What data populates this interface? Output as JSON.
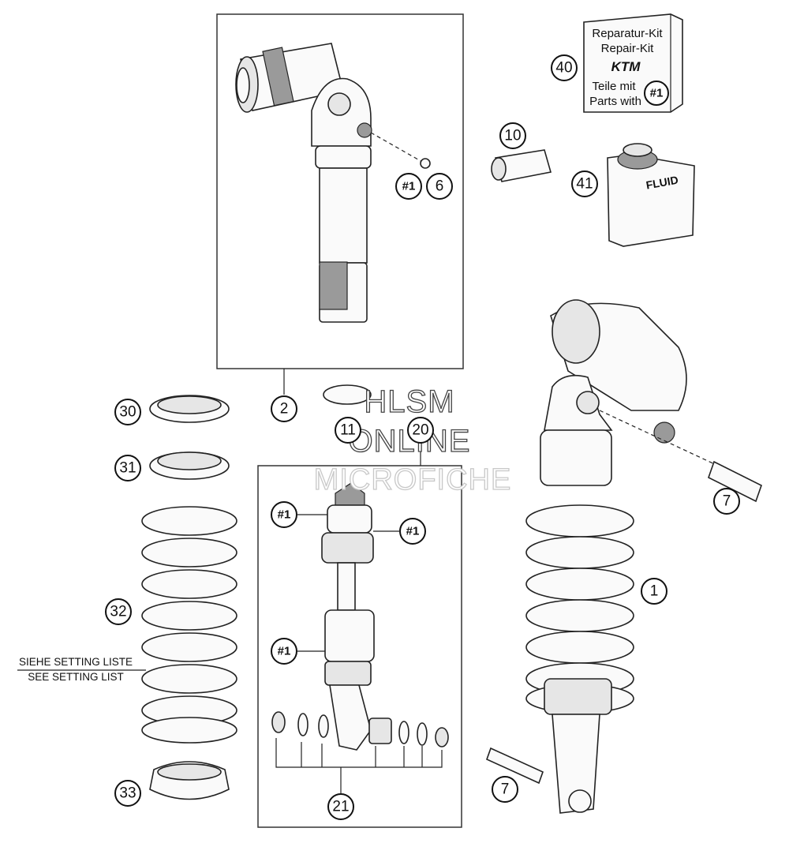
{
  "callouts": {
    "c1": "1",
    "c2": "2",
    "c6": "6",
    "c6_ref": "#1",
    "c7a": "7",
    "c7b": "7",
    "c10": "10",
    "c11": "11",
    "c20": "20",
    "c21": "21",
    "c30": "30",
    "c31": "31",
    "c32": "32",
    "c33": "33",
    "c40": "40",
    "c41": "41",
    "ref1a": "#1",
    "ref1b": "#1",
    "ref1c": "#1"
  },
  "repair_kit": {
    "line1": "Reparatur-Kit",
    "line2": "Repair-Kit",
    "logo": "KTM",
    "line3": "Teile mit",
    "line4": "Parts with",
    "ref": "#1"
  },
  "fluid_can": {
    "label": "FLUID"
  },
  "spring_note": {
    "line1": "SIEHE SETTING LISTE",
    "line2": "SEE SETTING LIST"
  },
  "watermark": {
    "line1": "HLSM",
    "line2": "ONLINE",
    "line3": "MICROFICHE"
  },
  "icons": [
    "shock-absorber-icon",
    "spring-icon",
    "fluid-can-icon",
    "valve-icon"
  ]
}
